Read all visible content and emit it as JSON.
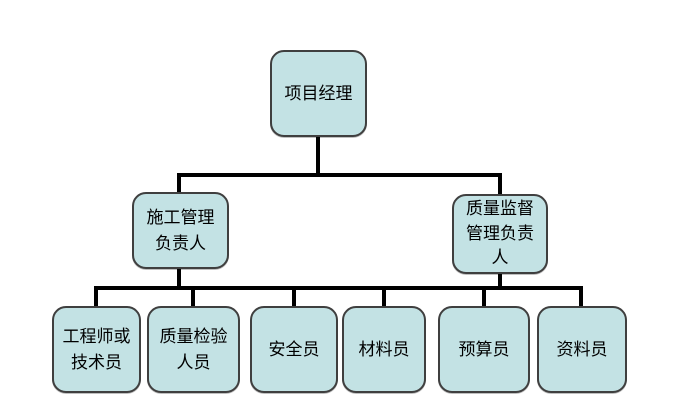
{
  "diagram": {
    "type": "org-chart",
    "background": "#ffffff",
    "box_fill": "#c3e2e4",
    "box_border": "#3f3f3f",
    "line_color": "#000000"
  },
  "nodes": {
    "project_manager": {
      "label": "项目经理"
    },
    "construction_manager": {
      "label": "施工管理\n负责人"
    },
    "quality_supervision_manager": {
      "label": "质量监督\n管理负责\n人"
    },
    "engineer_or_technician": {
      "label": "工程师或\n技术员"
    },
    "quality_inspection_staff": {
      "label": "质量检验\n人员"
    },
    "safety_officer": {
      "label": "安全员"
    },
    "material_officer": {
      "label": "材料员"
    },
    "budget_officer": {
      "label": "预算员"
    },
    "document_officer": {
      "label": "资料员"
    }
  }
}
